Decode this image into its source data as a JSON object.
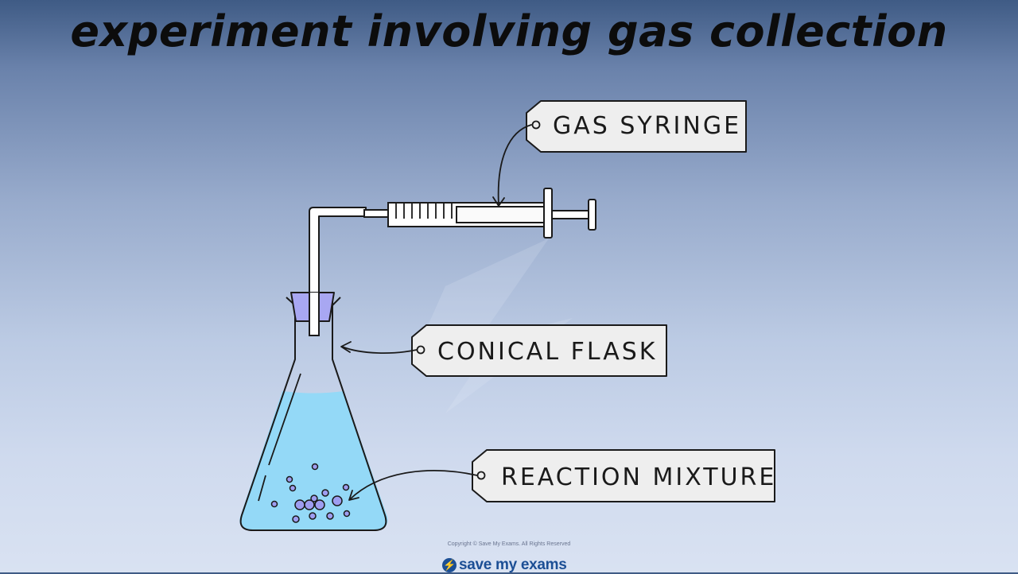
{
  "title": "experiment involving gas collection",
  "labels": {
    "gas_syringe": "GAS SYRINGE",
    "conical_flask": "CONICAL FLASK",
    "reaction_mixture": "REACTION MIXTURE"
  },
  "footer": {
    "copyright": "Copyright © Save My Exams. All Rights Reserved",
    "brand": "save my exams"
  },
  "colors": {
    "liquid": "#94d9f7",
    "bung": "#a8a7f2",
    "bubbles": "#9e9df0",
    "tag_fill": "#eeeeee",
    "brand": "#1c4f95"
  }
}
